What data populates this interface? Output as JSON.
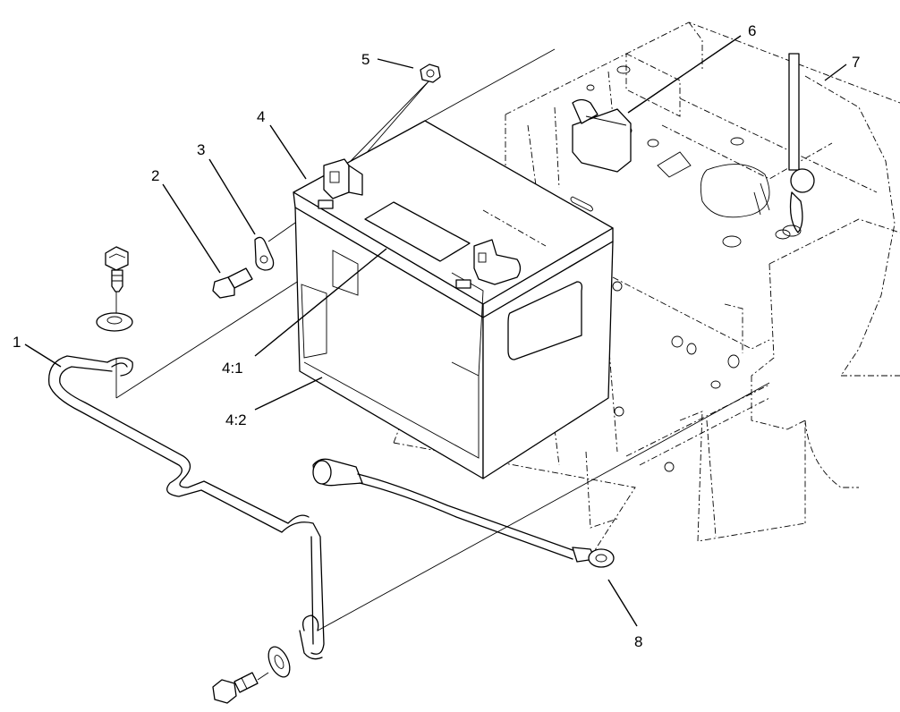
{
  "callouts": {
    "c1": "1",
    "c2": "2",
    "c3": "3",
    "c4": "4",
    "c4_1": "4:1",
    "c4_2": "4:2",
    "c5": "5",
    "c6": "6",
    "c7": "7",
    "c8": "8"
  }
}
